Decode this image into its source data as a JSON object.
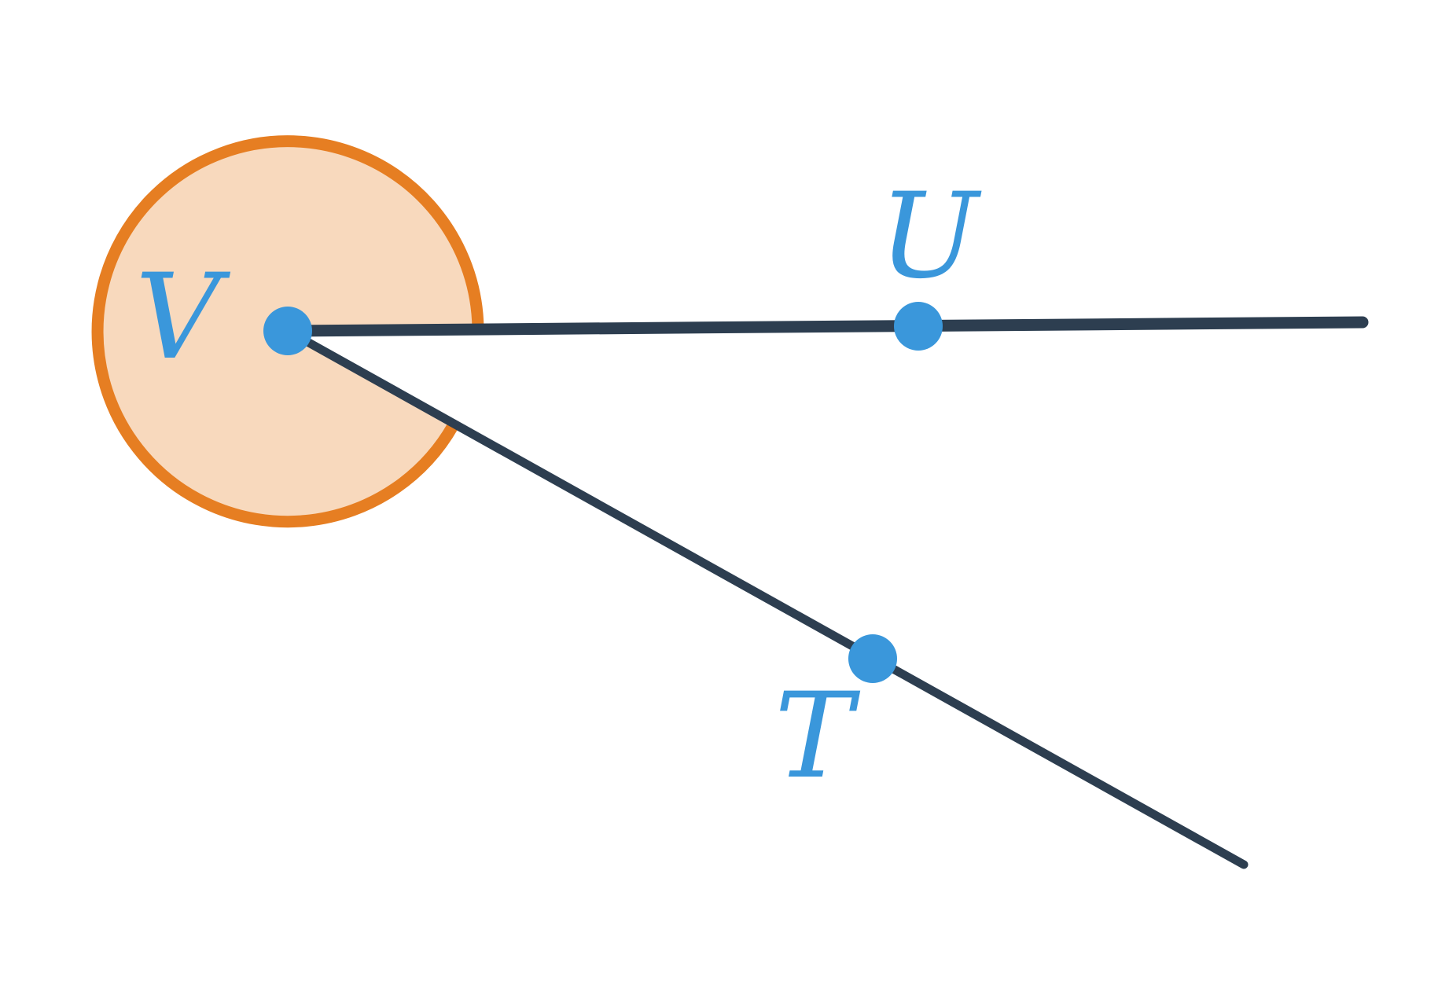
{
  "diagram": {
    "points": {
      "V": {
        "label": "V"
      },
      "U": {
        "label": "U"
      },
      "T": {
        "label": "T"
      }
    },
    "angle_marker": {
      "vertex": "V",
      "arms": [
        "U",
        "T"
      ],
      "kind": "reflex"
    }
  },
  "colors": {
    "line": "#2d3e50",
    "point": "#3a97db",
    "angle_stroke": "#e67e22",
    "angle_fill": "#f8d9bd",
    "label": "#3a97db"
  }
}
